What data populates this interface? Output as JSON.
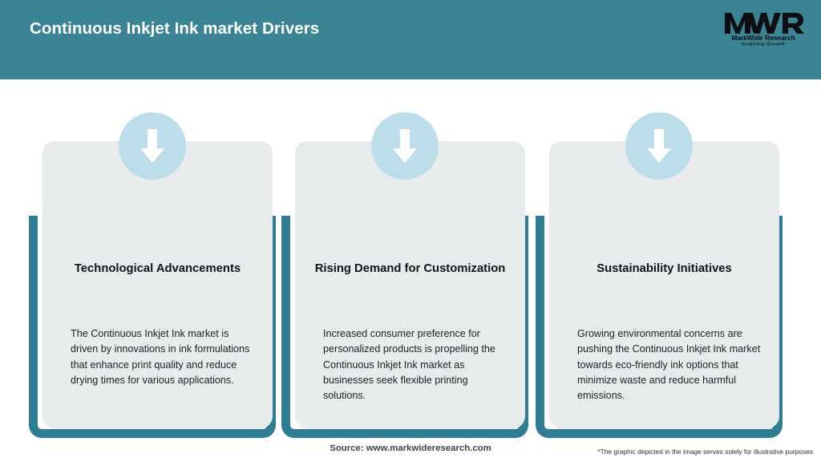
{
  "header": {
    "title": "Continuous Inkjet Ink market Drivers",
    "bg_color": "#3a8496"
  },
  "logo": {
    "mark": "MWR",
    "name": "MarkWide Research",
    "tagline": "Inspiring Growth"
  },
  "cards": [
    {
      "icon": "down-arrow-icon",
      "title": "Technological Advancements",
      "body": "The Continuous Inkjet Ink market is driven by innovations in ink formulations that enhance print quality and reduce drying times for various applications."
    },
    {
      "icon": "down-arrow-icon",
      "title": "Rising Demand for Customization",
      "body": "Increased consumer preference for personalized products is propelling the Continuous Inkjet Ink market as businesses seek flexible printing solutions."
    },
    {
      "icon": "down-arrow-icon",
      "title": "Sustainability Initiatives",
      "body": "Growing environmental concerns are pushing the Continuous Inkjet Ink market towards eco-friendly ink options that minimize waste and reduce harmful emissions."
    }
  ],
  "footer": {
    "source": "Source: www.markwideresearch.com",
    "disclaimer": "*The graphic depicted in the image serves solely for illustrative purposes"
  },
  "colors": {
    "header_teal": "#3a8496",
    "frame_teal": "#2e7d94",
    "card_gray": "#e7ebec",
    "circle_blue": "#bcdeeb",
    "arrow_white": "#ffffff"
  }
}
